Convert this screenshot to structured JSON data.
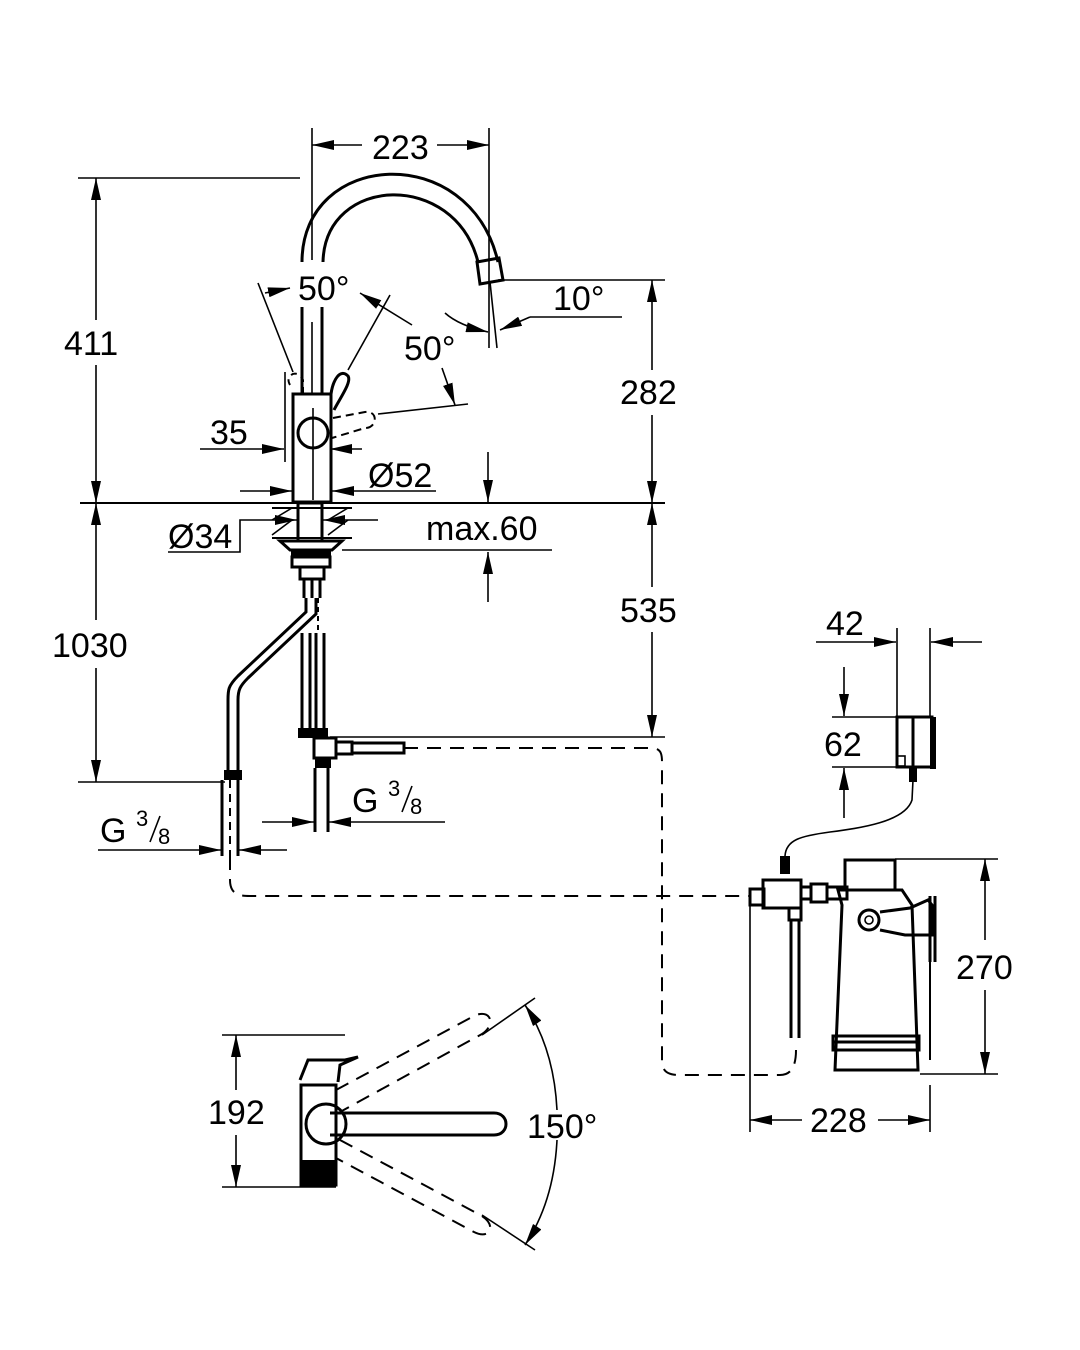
{
  "drawing": {
    "ink_color": "#000000",
    "background": "#ffffff",
    "dimensions": {
      "spout_reach": "223",
      "total_height": "411",
      "spout_height": "282",
      "lever_angle_left": "50°",
      "lever_angle_right": "50°",
      "spout_tilt_angle": "10°",
      "lever_offset": "35",
      "body_diameter": "Ø52",
      "hole_diameter": "Ø34",
      "max_deck_thickness": "max.60",
      "hose_length_total": "1030",
      "hose_length_lower": "535",
      "bracket_depth": "42",
      "bracket_height": "62",
      "filter_height": "270",
      "filter_width": "228",
      "top_view_height": "192",
      "swivel_angle": "150°"
    },
    "connections": {
      "left": {
        "prefix": "G",
        "numerator": "3",
        "denominator": "8"
      },
      "right": {
        "prefix": "G",
        "numerator": "3",
        "denominator": "8"
      }
    }
  }
}
